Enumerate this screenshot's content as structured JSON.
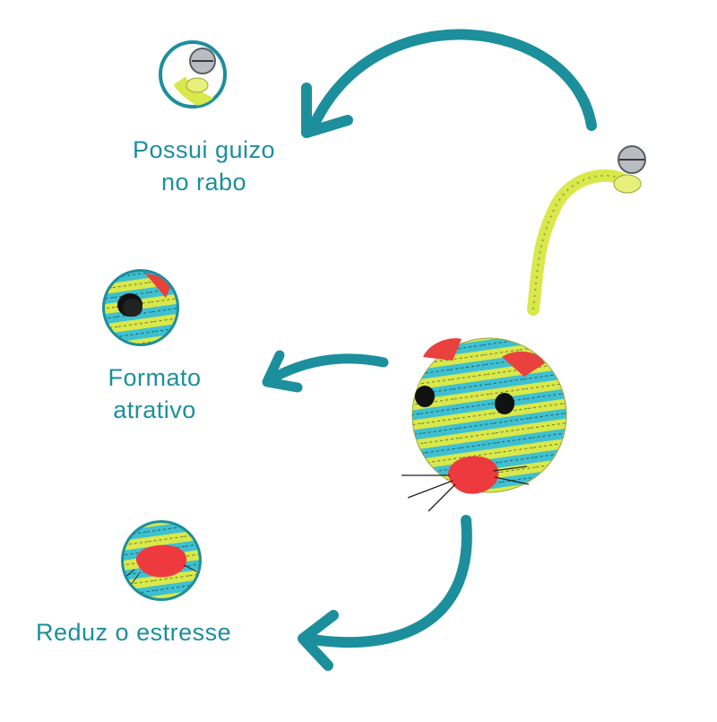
{
  "features": [
    {
      "line1": "Possui guizo",
      "line2": "no rabo"
    },
    {
      "line1": "Formato",
      "line2": "atrativo"
    },
    {
      "line1": "Reduz o estresse",
      "line2": ""
    }
  ],
  "colors": {
    "accent": "#1c8f9c",
    "rope_yellow": "#d9e84a",
    "rope_blue": "#3fc0d0",
    "ear_red": "#e8413e",
    "nose_red": "#ee3a3f",
    "eye_black": "#111111",
    "bell_silver": "#b9bcc0"
  },
  "icons": [
    "bell-icon",
    "mouse-eye-icon",
    "mouse-nose-icon",
    "arrow-icon"
  ]
}
